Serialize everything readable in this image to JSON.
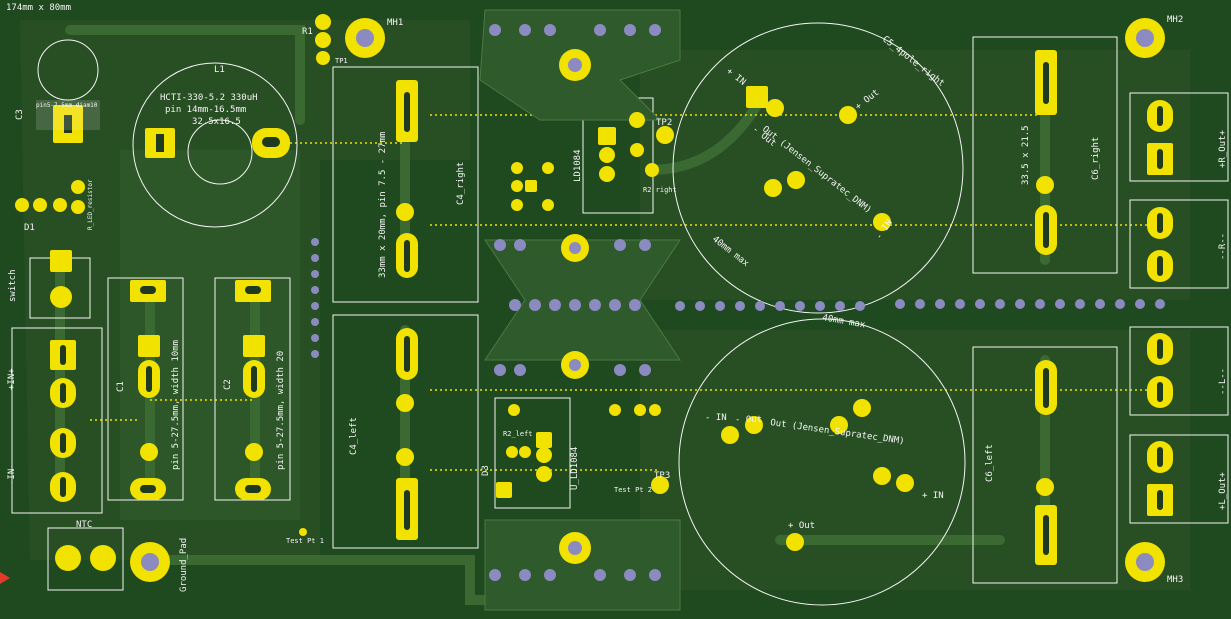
{
  "board": {
    "dimension_label": "174mm x 80mm",
    "colors": {
      "board": "#1f4a1f",
      "copper": "#284f24",
      "trace": "#3a6a32",
      "pad": "#f2e200",
      "drill": "#8b8bc2",
      "silk": "#f4f4f4",
      "hole": "#b7b7c9"
    }
  },
  "labels": {
    "mh1": "MH1",
    "mh2": "MH2",
    "mh3": "MH3",
    "r1": "R1",
    "tp1": "TP1",
    "tp2": "TP2",
    "tp3": "TP3",
    "l1": "L1",
    "inductor_line1": "HCTI-330-5.2 330uH",
    "inductor_line2": "pin 14mm-16.5mm",
    "inductor_line3": "32.5x16.5",
    "c3": "C3",
    "c3_note": "pin5-7.5mm diam10",
    "d1": "D1",
    "r_led": "R_LED_resistor",
    "switch": "switch",
    "c1": "C1",
    "c1_note": "pin 5-27.5mm, width 10mm",
    "c2": "C2",
    "c2_note": "pin 5-27.5mm, width 20",
    "in_plus": "+IN+",
    "in_minus": "-IN-",
    "ntc": "NTC",
    "ground_pad": "Ground_Pad",
    "c4_right": "C4_right",
    "c4_left": "C4_left",
    "c4_note": "33mm x 20mm, pin 7.5 - 27mm",
    "ld1084_top": "LD1084",
    "ld1084_bottom": "U_LD1084",
    "r2_right": "R2 right",
    "r2_left": "R2_left",
    "d3": "D3",
    "test_pt_1": "Test Pt 1",
    "test_pt_2": "Test Pt 2",
    "c5_right": "C5_4pole_right",
    "jensen_right": "Out (Jensen_Supratec_DNM)",
    "jensen_left": "Out (Jensen_Supratec_DNM)",
    "plus_in": "+ IN",
    "minus_in": "- IN",
    "plus_out": "+ Out",
    "minus_out": "- Out",
    "max_40mm": "40mm max",
    "c6_right": "C6_right",
    "c6_left": "C6_left",
    "c6_note": "33.5 x 21.5",
    "r_out_plus": "+R_Out+",
    "r_minus": "--R--",
    "l_minus": "--L--",
    "l_out_plus": "+L_Out+"
  }
}
